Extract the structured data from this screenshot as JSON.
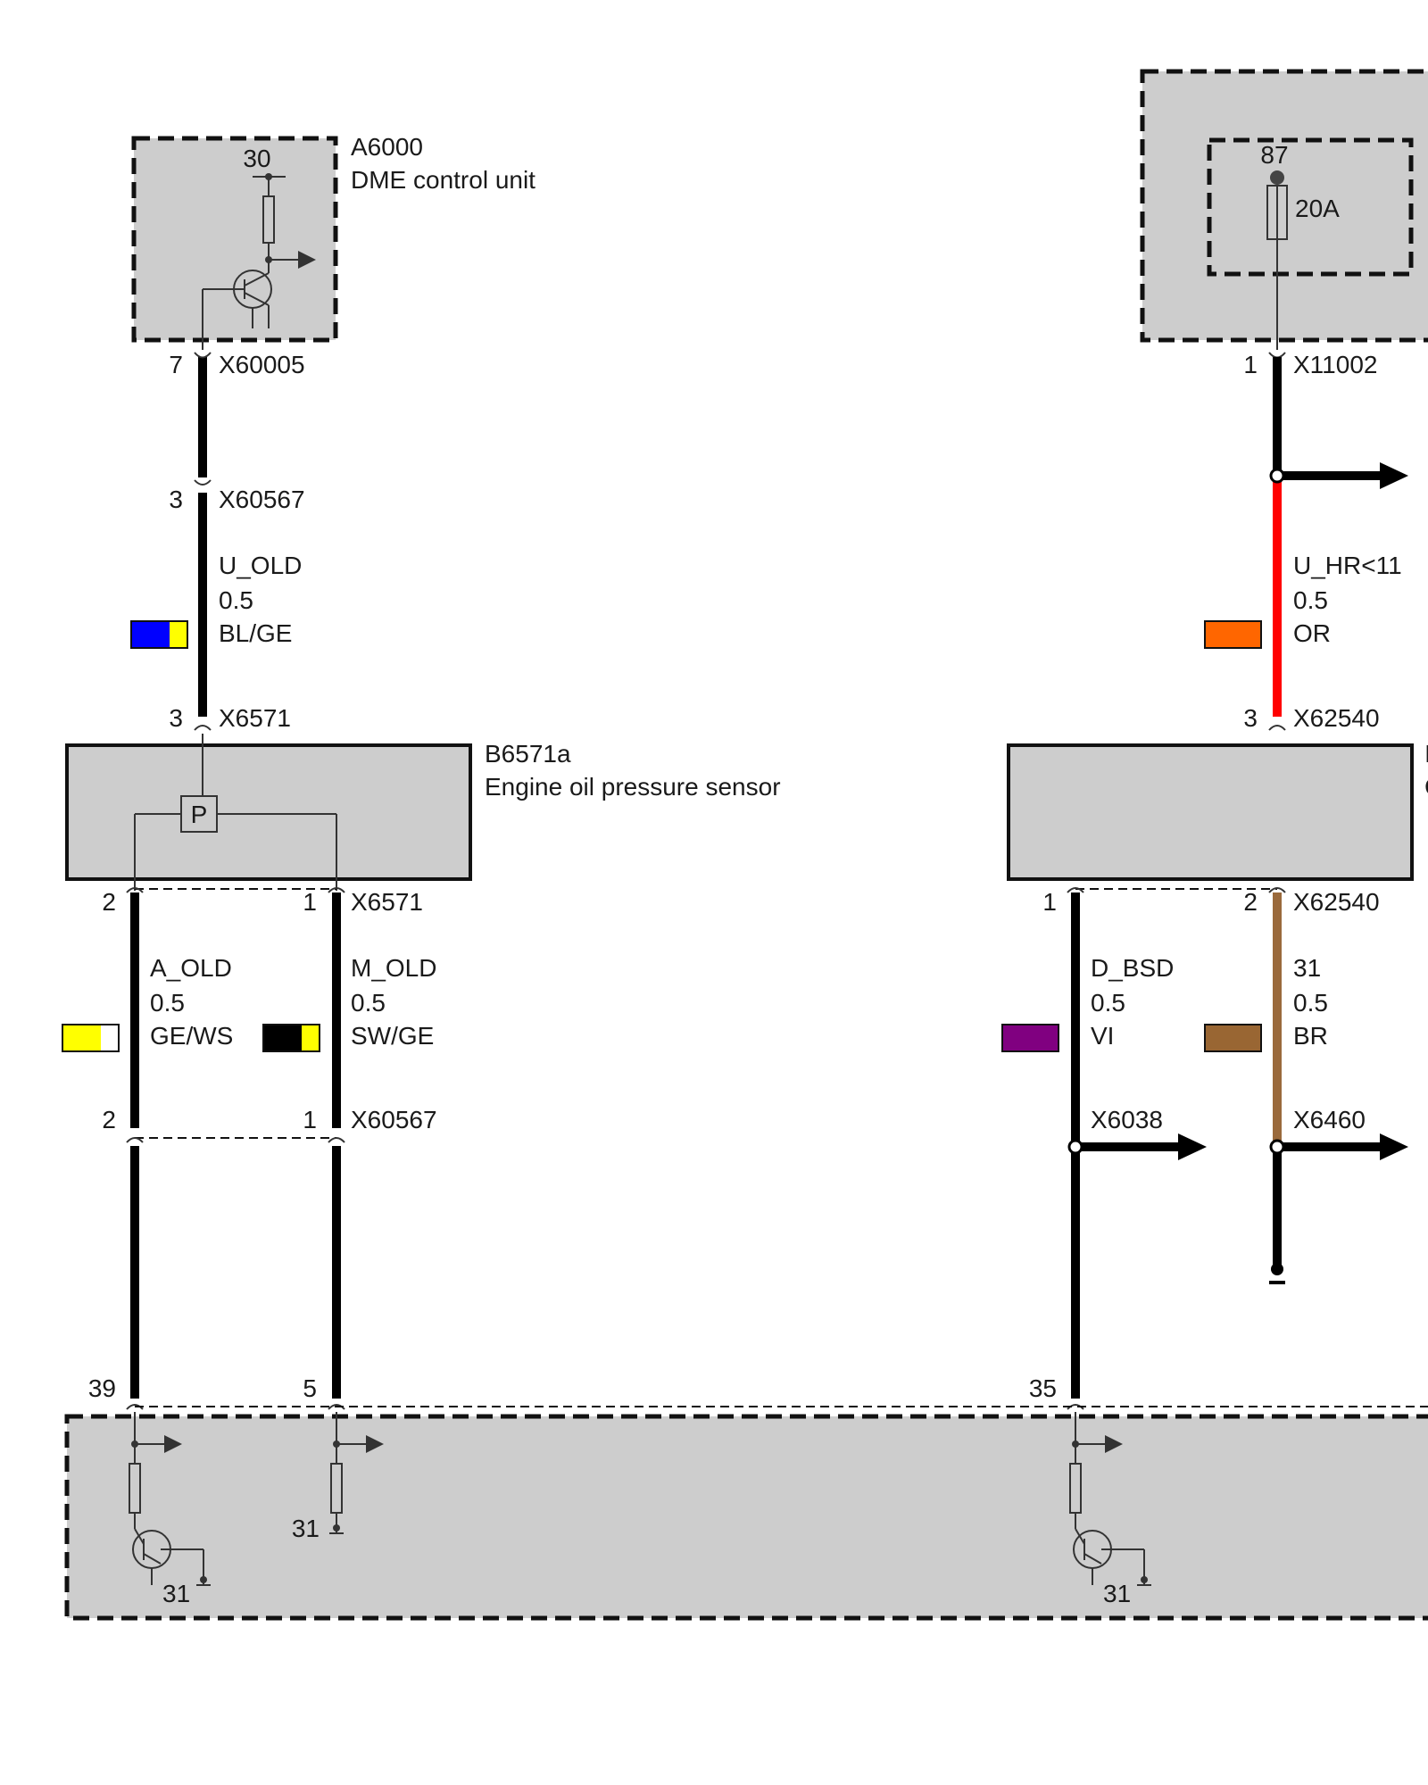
{
  "modules": {
    "dme": {
      "id": "A6000",
      "name": "DME control unit",
      "terminal": "30"
    },
    "fuse": {
      "terminal": "87",
      "rating": "20A"
    },
    "sensor": {
      "id": "B6571a",
      "name": "Engine oil pressure sensor",
      "symbol": "P"
    }
  },
  "connectors": {
    "x60005": {
      "id": "X60005",
      "pin": "7"
    },
    "x60567_top": {
      "id": "X60567",
      "pin": "3"
    },
    "x6571_top": {
      "id": "X6571",
      "pin": "3"
    },
    "x6571_bottom": {
      "id": "X6571",
      "pin_left": "2",
      "pin_right": "1"
    },
    "x60567_bottom": {
      "id": "X60567",
      "pin_left": "2",
      "pin_right": "1"
    },
    "x11002": {
      "id": "X11002",
      "pin": "1"
    },
    "x62540_top": {
      "id": "X62540",
      "pin": "3"
    },
    "x62540_bottom": {
      "id": "X62540",
      "pin_left": "1",
      "pin_right": "2"
    },
    "x6038": {
      "id": "X6038"
    },
    "x6460": {
      "id": "X6460"
    },
    "bottom_pins": [
      "39",
      "5",
      "35"
    ],
    "ground_labels": [
      "31",
      "31",
      "31"
    ]
  },
  "wires": {
    "u_old": {
      "signal": "U_OLD",
      "gauge": "0.5",
      "color_code": "BL/GE",
      "colors": [
        "#0000ff",
        "#ffff00"
      ]
    },
    "a_old": {
      "signal": "A_OLD",
      "gauge": "0.5",
      "color_code": "GE/WS",
      "colors": [
        "#ffff00",
        "#ffffff"
      ]
    },
    "m_old": {
      "signal": "M_OLD",
      "gauge": "0.5",
      "color_code": "SW/GE",
      "colors": [
        "#000000",
        "#ffff00"
      ]
    },
    "u_hr": {
      "signal": "U_HR<11",
      "gauge": "0.5",
      "color_code": "OR",
      "colors": [
        "#ff6600"
      ],
      "wire_color": "#ff0000"
    },
    "d_bsd": {
      "signal": "D_BSD",
      "gauge": "0.5",
      "color_code": "VI",
      "colors": [
        "#800080"
      ]
    },
    "br_31": {
      "signal": "31",
      "gauge": "0.5",
      "color_code": "BR",
      "colors": [
        "#996633"
      ],
      "wire_color": "#9a6a3c"
    }
  }
}
